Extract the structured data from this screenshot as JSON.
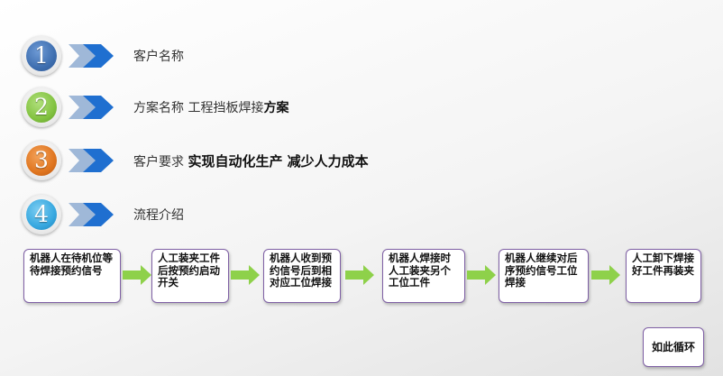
{
  "items": [
    {
      "number": "1",
      "label": "客户名称",
      "detail": "",
      "color": "#3f6fb0"
    },
    {
      "number": "2",
      "label": "方案名称  工程挡板焊接",
      "detail": "方案",
      "color": "#83c341"
    },
    {
      "number": "3",
      "label": "客户要求  ",
      "detail": "实现自动化生产 减少人力成本",
      "color": "#e0751f"
    },
    {
      "number": "4",
      "label": "流程介绍",
      "detail": "",
      "color": "#37a8e0"
    }
  ],
  "steps": [
    "机器人在待机位等待焊接预约信号",
    "人工装夹工件后按预约启动开关",
    "机器人收到预约信号后到相对应工位焊接",
    "机器人焊接时人工装夹另个工位工件",
    "机器人继续对后序预约信号工位焊接",
    "人工卸下焊接好工件再装夹"
  ],
  "loop_label": "如此循环",
  "colors": {
    "arrow": "#8ed14a",
    "box_border": "#7f60a5",
    "chevron": "#1f6fd0"
  },
  "icons": {
    "list_marker": "chevron-right-icon",
    "flow_connector": "arrow-right-icon"
  }
}
